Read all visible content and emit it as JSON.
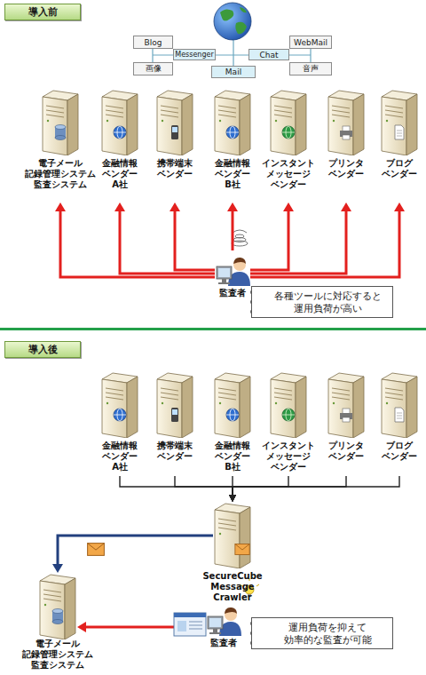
{
  "diagram": {
    "nodes": [
      {
        "text": [
          "導入前"
        ]
      },
      {
        "text": [
          "Blog"
        ]
      },
      {
        "text": [
          "WebMail"
        ]
      },
      {
        "text": [
          "Messenger"
        ]
      },
      {
        "text": [
          "Chat"
        ]
      },
      {
        "text": [
          "画像"
        ]
      },
      {
        "text": [
          "音声"
        ]
      },
      {
        "text": [
          "Mail"
        ]
      },
      {
        "text": [
          "電子メール 記録管理システム 監査システム"
        ]
      },
      {
        "text": [
          "金融情報 ベンダー A社"
        ]
      },
      {
        "text": [
          "携帯端末 ベンダー"
        ]
      },
      {
        "text": [
          "金融情報 ベンダー B社"
        ]
      },
      {
        "text": [
          "インスタント メッセージ ベンダー"
        ]
      },
      {
        "text": [
          "プリンタ ベンダー"
        ]
      },
      {
        "text": [
          "ブログ ベンダー"
        ]
      },
      {
        "text": [
          "監査者"
        ]
      },
      {
        "text": [
          "各種ツールに対応すると 運用負荷が高い"
        ]
      },
      {
        "text": [
          "導入後"
        ]
      },
      {
        "text": [
          "金融情報 ベンダー A社"
        ]
      },
      {
        "text": [
          "携帯端末 ベンダー"
        ]
      },
      {
        "text": [
          "金融情報 ベンダー B社"
        ]
      },
      {
        "text": [
          "インスタント メッセージ ベンダー"
        ]
      },
      {
        "text": [
          "プリンタ ベンダー"
        ]
      },
      {
        "text": [
          "ブログ ベンダー"
        ]
      },
      {
        "text": [
          "SecureCube Message Crawler"
        ]
      },
      {
        "text": [
          "電子メール 記録管理システム 監査システム"
        ]
      },
      {
        "text": [
          "監査者"
        ]
      },
      {
        "text": [
          "運用負荷を抑えて 効率的な監査が可能"
        ]
      }
    ],
    "edges": [
      {
        "from": 15,
        "to": 8,
        "arrow": "to"
      },
      {
        "from": 15,
        "to": 9,
        "arrow": "to"
      },
      {
        "from": 15,
        "to": 10,
        "arrow": "to"
      },
      {
        "from": 15,
        "to": 11,
        "arrow": "to"
      },
      {
        "from": 15,
        "to": 12,
        "arrow": "to"
      },
      {
        "from": 15,
        "to": 13,
        "arrow": "to"
      },
      {
        "from": 15,
        "to": 14,
        "arrow": "to"
      },
      {
        "from": 18,
        "to": 24,
        "arrow": "to"
      },
      {
        "from": 19,
        "to": 24,
        "arrow": "to"
      },
      {
        "from": 20,
        "to": 24,
        "arrow": "to"
      },
      {
        "from": 21,
        "to": 24,
        "arrow": "to"
      },
      {
        "from": 22,
        "to": 24,
        "arrow": "to"
      },
      {
        "from": 23,
        "to": 24,
        "arrow": "to"
      },
      {
        "from": 24,
        "to": 25,
        "arrow": "to"
      },
      {
        "from": 26,
        "to": 25,
        "arrow": "to"
      }
    ]
  }
}
